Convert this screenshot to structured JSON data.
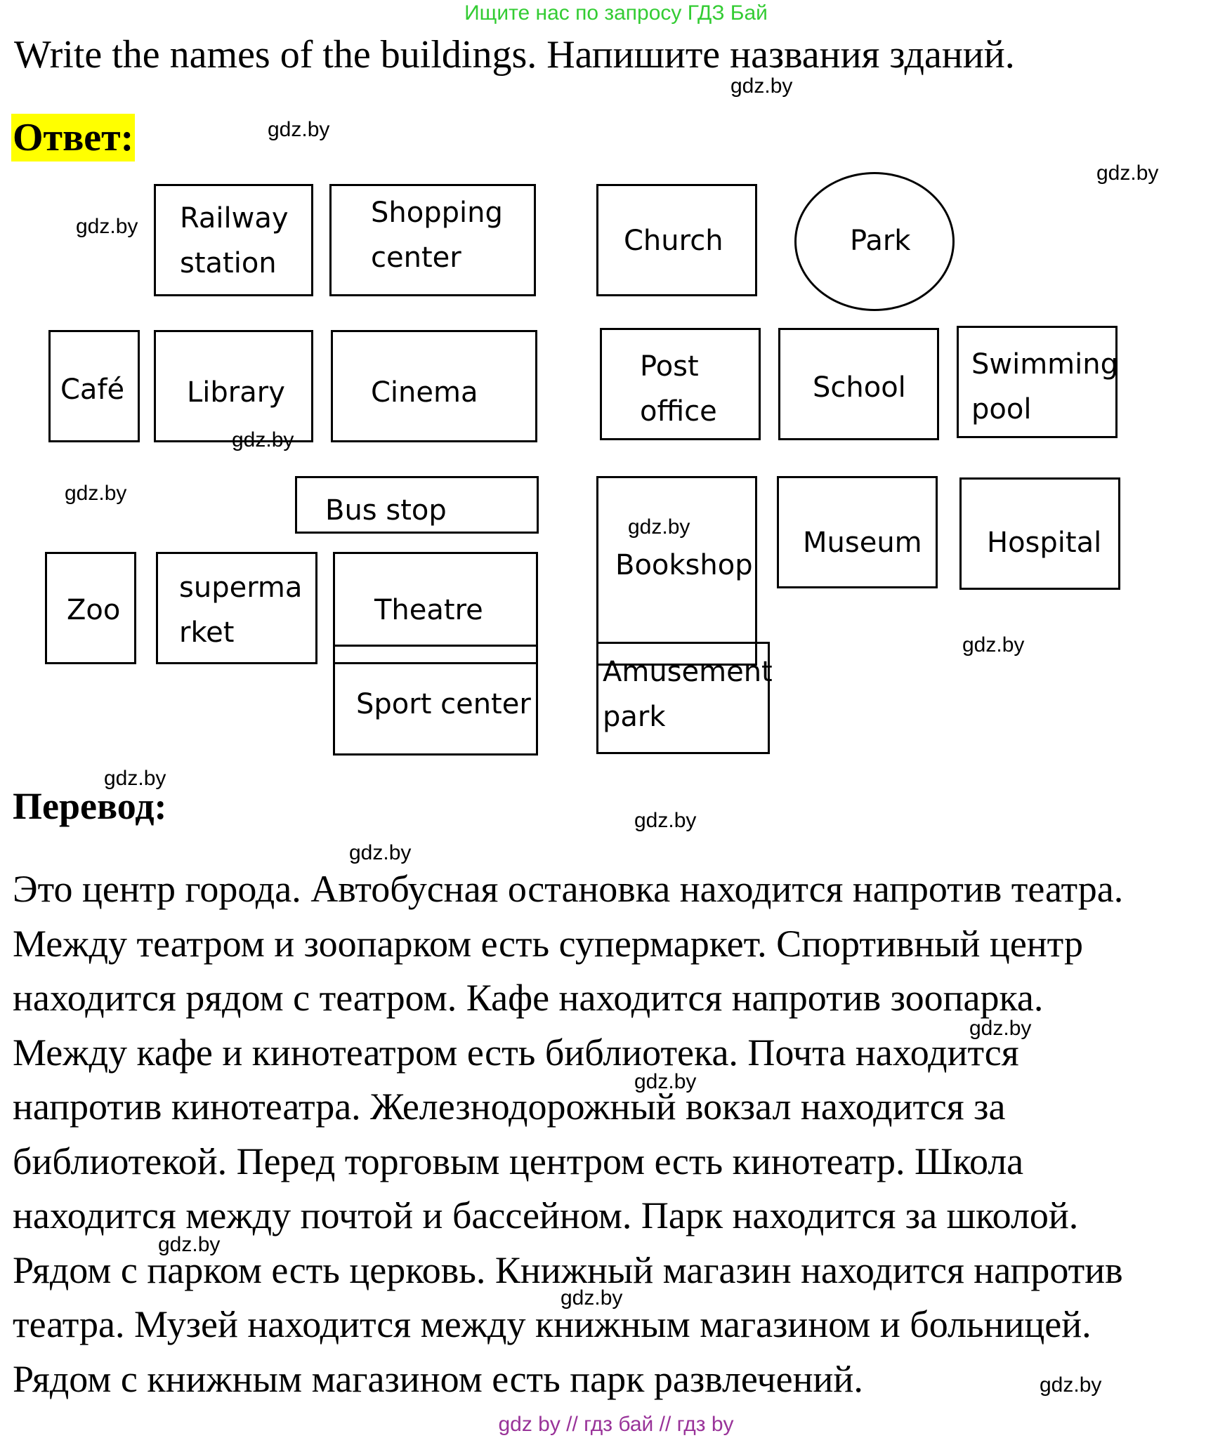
{
  "top_banner": "Ищите нас по запросу ГДЗ Бай",
  "heading": "Write the names of the buildings. Напишите названия зданий.",
  "answer_label": "Ответ:",
  "watermark": "gdz.by",
  "buildings": {
    "railway_station": "Railway\nstation",
    "shopping_center": "Shopping\ncenter",
    "church": "Church",
    "park": "Park",
    "cafe": "Café",
    "library": "Library",
    "cinema": "Cinema",
    "post_office": "Post\noffice",
    "school": "School",
    "swimming_pool": "Swimming\npool",
    "bus_stop": "Bus stop",
    "bookshop": "Bookshop",
    "museum": "Museum",
    "hospital": "Hospital",
    "zoo": "Zoo",
    "supermarket": "superma\nrket",
    "theatre": "Theatre",
    "sport_center": "Sport center",
    "amusement_park": "Amusement\npark"
  },
  "translation_label": "Перевод:",
  "translation_lines": [
    "Это центр города. Автобусная остановка находится напротив театра.",
    "Между театром и зоопарком есть супермаркет. Спортивный центр",
    "находится рядом с театром. Кафе находится напротив зоопарка.",
    "Между кафе и кинотеатром есть библиотека. Почта находится",
    "напротив кинотеатра. Железнодорожный вокзал находится за",
    "библиотекой. Перед торговым центром есть кинотеатр. Школа",
    "находится между почтой и бассейном. Парк находится за школой.",
    "Рядом с парком есть церковь. Книжный магазин находится напротив",
    "театра. Музей находится между книжным магазином и больницей.",
    "Рядом с книжным магазином есть парк развлечений."
  ],
  "footer": "gdz by  //  гдз бай  //  гдз by"
}
